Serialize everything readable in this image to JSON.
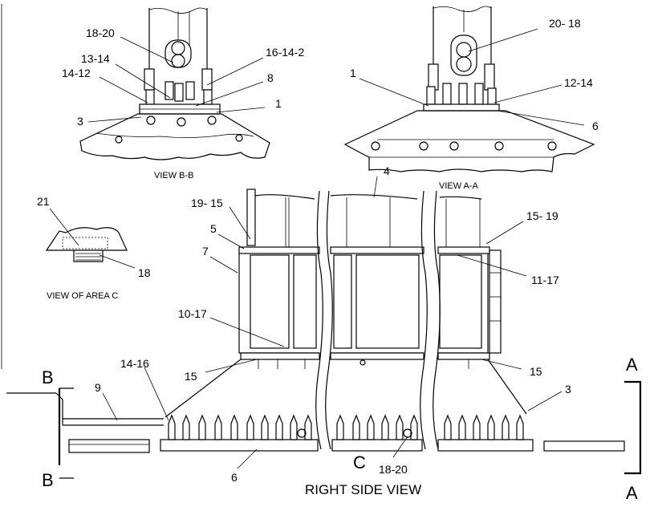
{
  "views": {
    "view_bb": "VIEW B-B",
    "view_aa": "VIEW A-A",
    "view_area_c": "VIEW OF AREA C",
    "right_side": "RIGHT SIDE VIEW"
  },
  "section_letters": {
    "a": "A",
    "b": "B",
    "c": "C"
  },
  "callouts": {
    "bb_18_20": "18-20",
    "bb_13_14": "13-14",
    "bb_14_12": "14-12",
    "bb_16_14_2": "16-14-2",
    "bb_8": "8",
    "bb_1": "1",
    "bb_3": "3",
    "aa_20_18": "20- 18",
    "aa_1": "1",
    "aa_12_14": "12-14",
    "aa_6": "6",
    "c_21": "21",
    "c_18": "18",
    "rs_4": "4",
    "rs_19_15": "19- 15",
    "rs_5": "5",
    "rs_7": "7",
    "rs_15_19": "15- 19",
    "rs_11_17": "11-17",
    "rs_10_17": "10-17",
    "rs_14_16": "14-16",
    "rs_15_left": "15",
    "rs_15_right": "15",
    "rs_9": "9",
    "rs_3": "3",
    "rs_6": "6",
    "rs_18_20": "18-20"
  }
}
